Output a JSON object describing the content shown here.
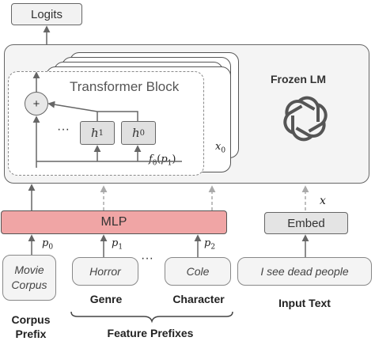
{
  "logits_label": "Logits",
  "frozen_lm": {
    "title": "Frozen LM",
    "logo": "openai-logo"
  },
  "transformer_block": {
    "title": "Transformer Block",
    "plus": "+",
    "ellipsis": "···",
    "h1": {
      "base": "h",
      "sub": "1"
    },
    "h0": {
      "base": "h",
      "sub": "0"
    },
    "f_theta": {
      "base": "f",
      "sub": "θ",
      "arg": "(p",
      "arg_sub": "1",
      "close": ")"
    },
    "x0": {
      "base": "x",
      "sub": "0"
    }
  },
  "mlp_label": "MLP",
  "embed_label": "Embed",
  "x_label": "x",
  "p0": {
    "base": "p",
    "sub": "0"
  },
  "p1": {
    "base": "p",
    "sub": "1"
  },
  "p2": {
    "base": "p",
    "sub": "2"
  },
  "prefixes": {
    "movie_corpus": "Movie\nCorpus",
    "horror": "Horror",
    "cole": "Cole",
    "input_text": "I see dead people",
    "ellipsis": "···"
  },
  "labels": {
    "genre": "Genre",
    "character": "Character",
    "input_text": "Input Text",
    "corpus_prefix_line1": "Corpus",
    "corpus_prefix_line2": "Prefix",
    "feature_prefixes": "Feature Prefixes"
  }
}
